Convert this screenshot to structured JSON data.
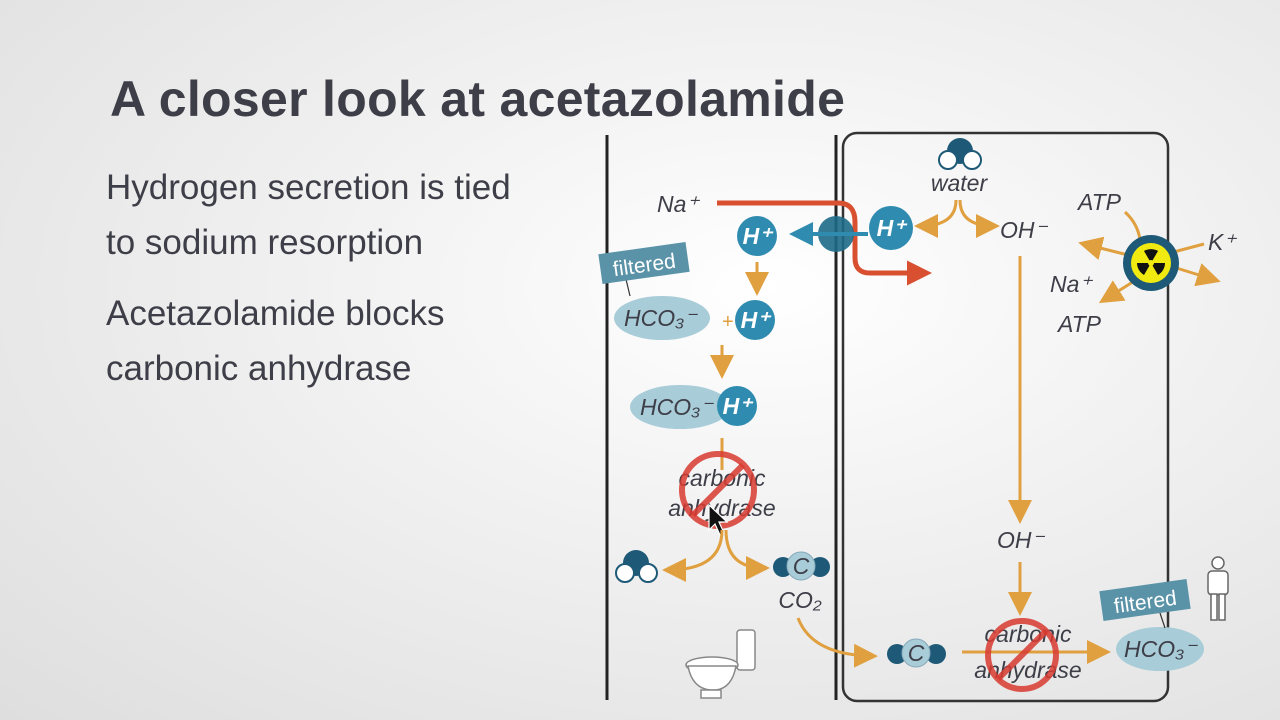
{
  "slide": {
    "title": "A closer look at acetazolamide",
    "bullets": [
      [
        "Hydrogen secretion is tied",
        "to sodium resorption"
      ],
      [
        "Acetazolamide blocks",
        "carbonic anhydrase"
      ]
    ]
  },
  "diagram": {
    "lumen": {
      "na": "Na⁺",
      "filtered_tag": "filtered",
      "hco3": "HCO₃⁻",
      "plus": "+",
      "h": "H⁺",
      "enzyme_line1": "carbonic",
      "enzyme_line2": "anhydrase",
      "co2_atom": "C",
      "co2": "CO₂"
    },
    "cell": {
      "h": "H⁺",
      "water": "water",
      "oh_top": "OH⁻",
      "oh_bottom": "OH⁻",
      "atp_top": "ATP",
      "k": "K⁺",
      "na": "Na⁺",
      "atp_bottom": "ATP",
      "co2_atom": "C",
      "enzyme_line1": "carbonic",
      "enzyme_line2": "anhydrase",
      "filtered_tag": "filtered",
      "hco3": "HCO₃⁻"
    },
    "icons": [
      "toilet-icon",
      "person-icon",
      "cursor-icon",
      "pump-icon",
      "blocked-icon"
    ],
    "colors": {
      "text": "#3e3e48",
      "arrow_orange": "#e0a040",
      "arrow_red": "#d85030",
      "h_ion": "#2f8cb0",
      "bicarbonate": "#a8ccd8",
      "filtered_tag": "#5a93a8",
      "block_red": "#d83a30",
      "pump_yellow": "#f0ea10"
    }
  }
}
